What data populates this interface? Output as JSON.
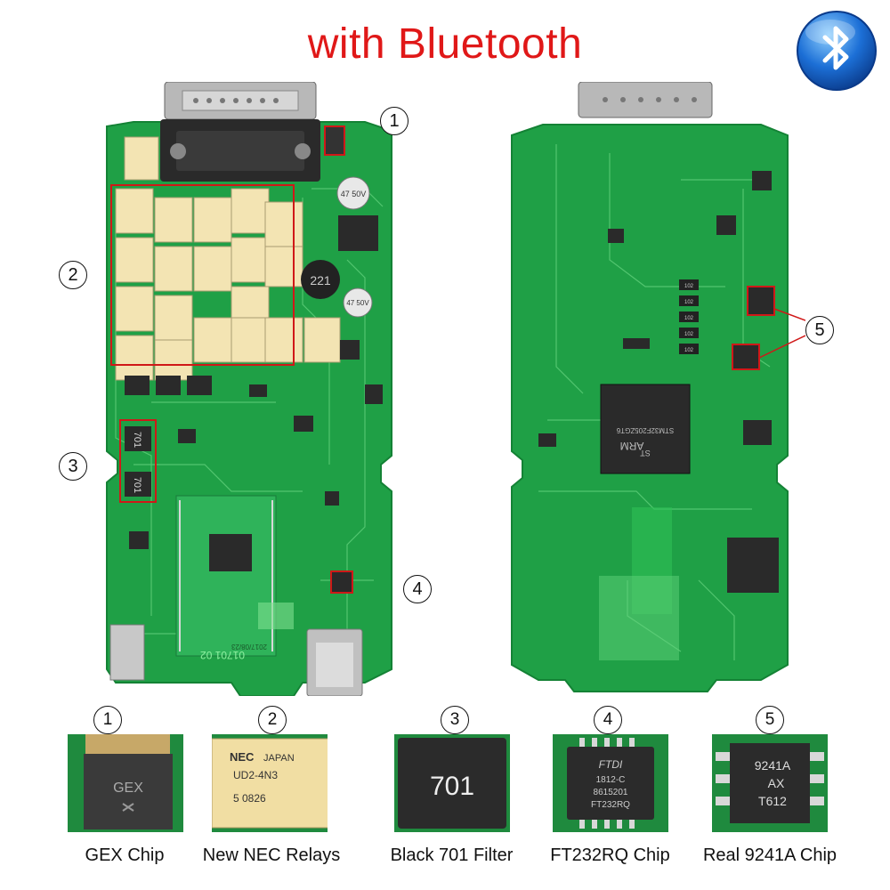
{
  "title": "with Bluetooth",
  "icons": {
    "bluetooth": "bluetooth-icon"
  },
  "colors": {
    "title_red": "#e01818",
    "pcb_green": "#1fa046",
    "highlight_red": "#d01818",
    "bluetooth_blue": "#1c6fd6"
  },
  "markers": {
    "m1": "1",
    "m2": "2",
    "m3": "3",
    "m4": "4",
    "m5": "5"
  },
  "board": {
    "inductor_label": "221",
    "filter_label_1": "701",
    "filter_label_2": "701",
    "module_label": "2017/08/23",
    "board_code": "01701 02",
    "cap_label_1": "47 50V",
    "cap_label_2": "47 50V",
    "arm_chip_brand": "ARM",
    "arm_chip_model": "STM32F205ZGT6",
    "arm_chip_logo": "ST",
    "res_labels": [
      "102",
      "102",
      "102",
      "102",
      "102"
    ]
  },
  "thumbnails": [
    {
      "number": "1",
      "chip_text": "GEX",
      "caption": "GEX Chip"
    },
    {
      "number": "2",
      "chip_text_1": "NEC",
      "chip_text_2": "JAPAN",
      "chip_text_3": "UD2-4N3",
      "chip_text_4": "5  0826",
      "caption": "New NEC Relays"
    },
    {
      "number": "3",
      "chip_text": "701",
      "caption": "Black 701 Filter"
    },
    {
      "number": "4",
      "chip_text_1": "FTDI",
      "chip_text_2": "1812-C",
      "chip_text_3": "8615201",
      "chip_text_4": "FT232RQ",
      "caption": "FT232RQ Chip"
    },
    {
      "number": "5",
      "chip_text_1": "9241A",
      "chip_text_2": "AX",
      "chip_text_3": "T612",
      "caption": "Real 9241A Chip"
    }
  ]
}
